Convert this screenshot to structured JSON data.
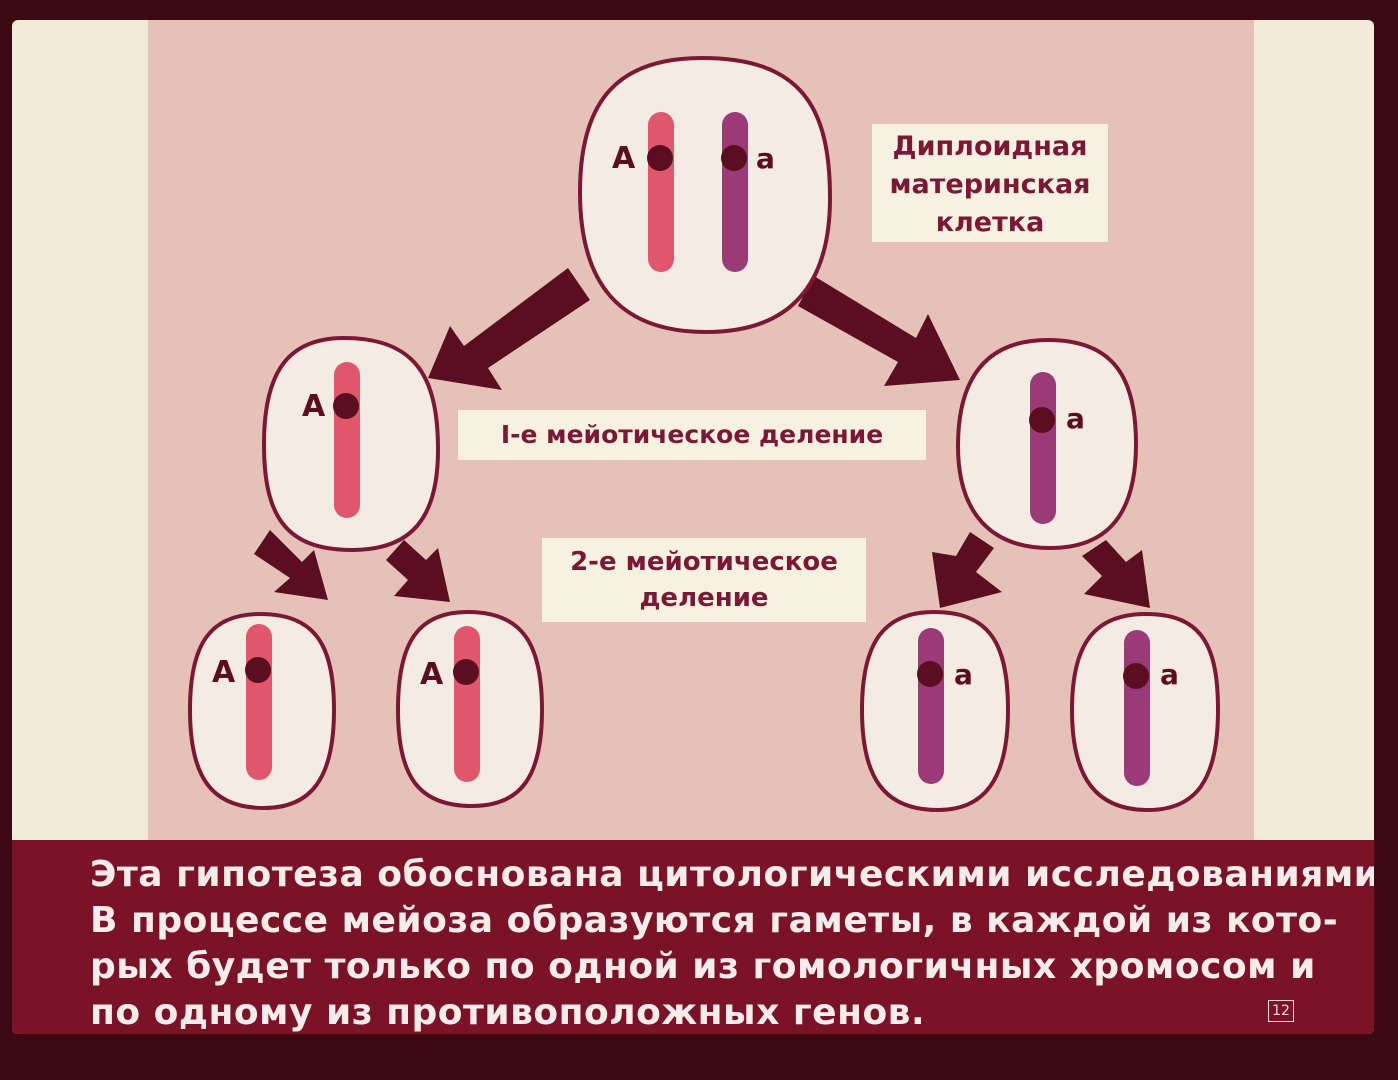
{
  "diagram": {
    "parent_label": [
      "Диплоидная",
      "материнская",
      "клетка"
    ],
    "division1_label": "I-е мейотическое деление",
    "division2_label": [
      "2-е мейотическое",
      "деление"
    ],
    "alleles": {
      "dominant": "А",
      "recessive": "а"
    }
  },
  "caption": {
    "lines": [
      "Эта гипотеза обоснована цитологическими исследованиями.",
      "В процессе мейоза образуются гаметы, в каждой из кото-",
      "рых будет только по одной из гомологичных хромосом и",
      "по одному из противоположных генов."
    ],
    "page_number": "12"
  },
  "colors": {
    "background": "#e6c1b8",
    "cell_fill": "#f4ebe3",
    "cell_border": "#7a1836",
    "chromosome_dominant": "#e0566a",
    "chromosome_recessive": "#9a3a76",
    "centromere": "#5a0e20",
    "arrow": "#5a0e20",
    "caption_background": "#7a1328"
  }
}
